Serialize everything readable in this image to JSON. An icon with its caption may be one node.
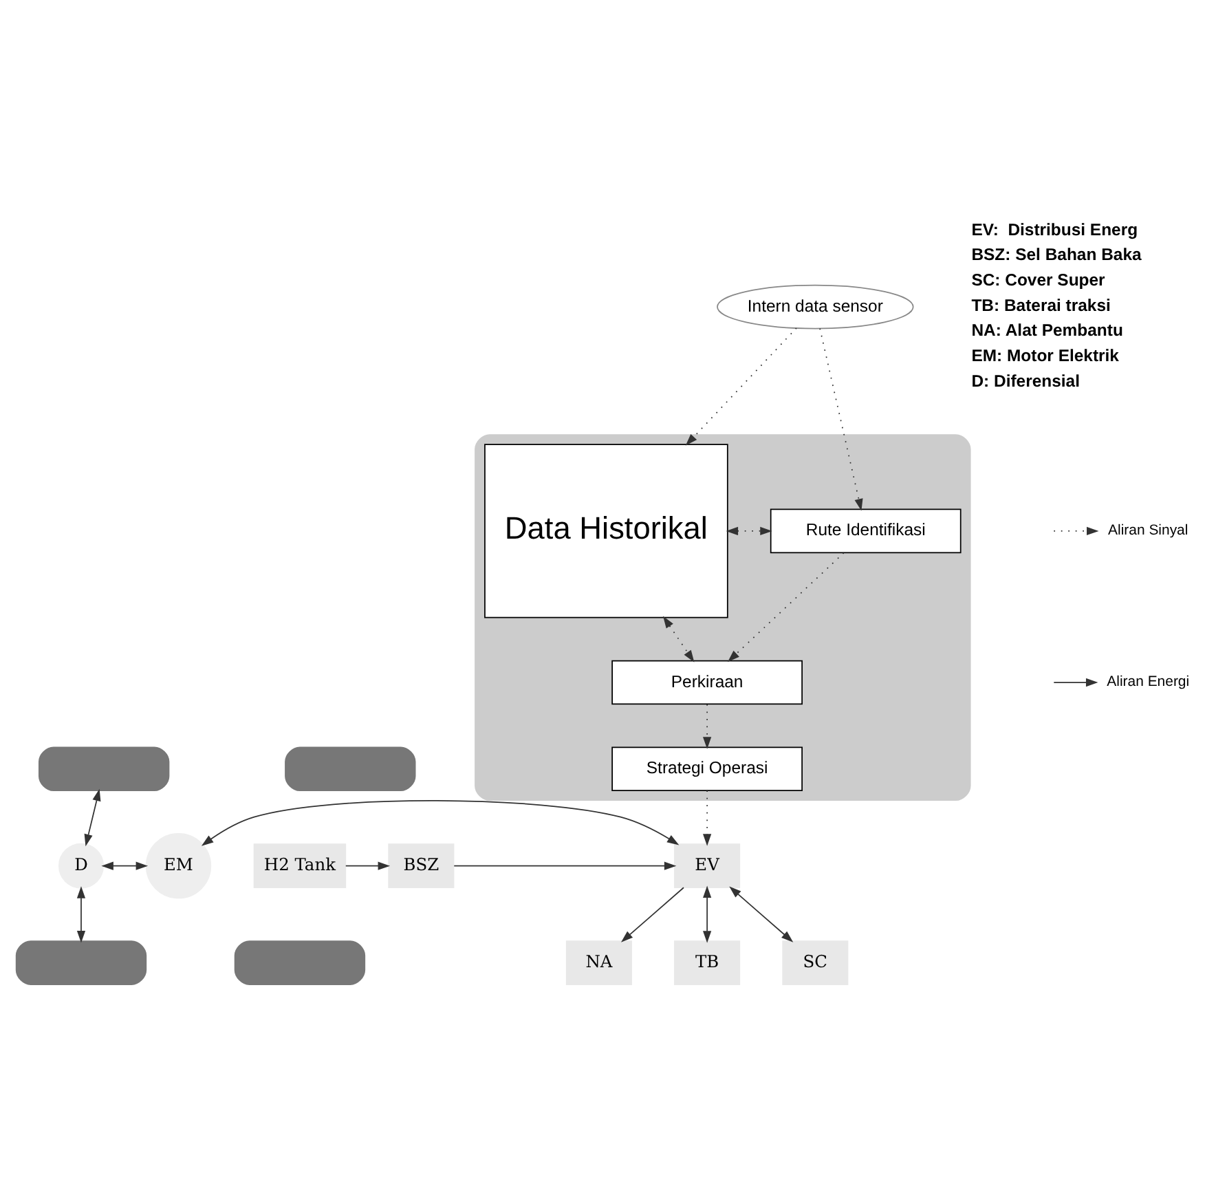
{
  "diagram": {
    "nodes": [
      {
        "text": [
          "Intern data sensor"
        ]
      },
      {
        "text": [],
        "shape": "box"
      },
      {
        "text": [
          "Data Historikal"
        ],
        "in": 1
      },
      {
        "text": [
          "Rute Identifikasi"
        ],
        "in": 1
      },
      {
        "text": [
          "Perkiraan"
        ],
        "in": 1
      },
      {
        "text": [
          "Strategi Operasi"
        ],
        "in": 1
      },
      {
        "text": [],
        "shape": "box"
      },
      {
        "text": [],
        "shape": "box"
      },
      {
        "text": [
          "NA"
        ]
      },
      {
        "text": [
          "D"
        ]
      },
      {
        "text": [
          "EM"
        ]
      },
      {
        "text": [
          "EV"
        ]
      },
      {
        "text": [
          "BSZ"
        ]
      },
      {
        "text": [
          "H2 Tank"
        ]
      },
      {
        "text": [
          "SC"
        ]
      },
      {
        "text": [
          "TB"
        ]
      },
      {
        "text": [],
        "shape": "box"
      },
      {
        "text": [],
        "shape": "box"
      }
    ],
    "edges": [
      {
        "from": 0,
        "to": 2,
        "arrow": "to",
        "style": "dashed"
      },
      {
        "from": 0,
        "to": 3,
        "arrow": "to",
        "style": "dashed"
      },
      {
        "from": 2,
        "to": 3,
        "arrow": "both",
        "style": "dashed"
      },
      {
        "from": 2,
        "to": 4,
        "arrow": "both",
        "style": "dashed"
      },
      {
        "from": 3,
        "to": 4,
        "arrow": "to",
        "style": "dashed"
      },
      {
        "from": 4,
        "to": 5,
        "arrow": "to",
        "style": "dashed"
      },
      {
        "from": 5,
        "to": 11,
        "arrow": "to",
        "style": "dashed"
      },
      {
        "from": 6,
        "to": 9,
        "arrow": "both"
      },
      {
        "from": 9,
        "to": 16,
        "arrow": "both"
      },
      {
        "from": 9,
        "to": 10,
        "arrow": "both"
      },
      {
        "from": 10,
        "to": 11,
        "arrow": "both"
      },
      {
        "from": 11,
        "to": 8,
        "arrow": "to"
      },
      {
        "from": 11,
        "to": 14,
        "arrow": "both"
      },
      {
        "from": 11,
        "to": 15,
        "arrow": "both"
      },
      {
        "from": 12,
        "to": 11,
        "arrow": "to"
      },
      {
        "from": 13,
        "to": 12,
        "arrow": "to"
      }
    ],
    "labels": [
      "EV:  Distribusi Energ",
      "BSZ: Sel Bahan Baka",
      "SC: Cover Super",
      "TB: Baterai traksi",
      "NA: Alat Pembantu",
      "EM: Motor Elektrik",
      "D: Diferensial"
    ],
    "legend": [
      {
        "text": "Aliran Sinyal"
      },
      {
        "text": "Aliran Energi"
      }
    ]
  }
}
